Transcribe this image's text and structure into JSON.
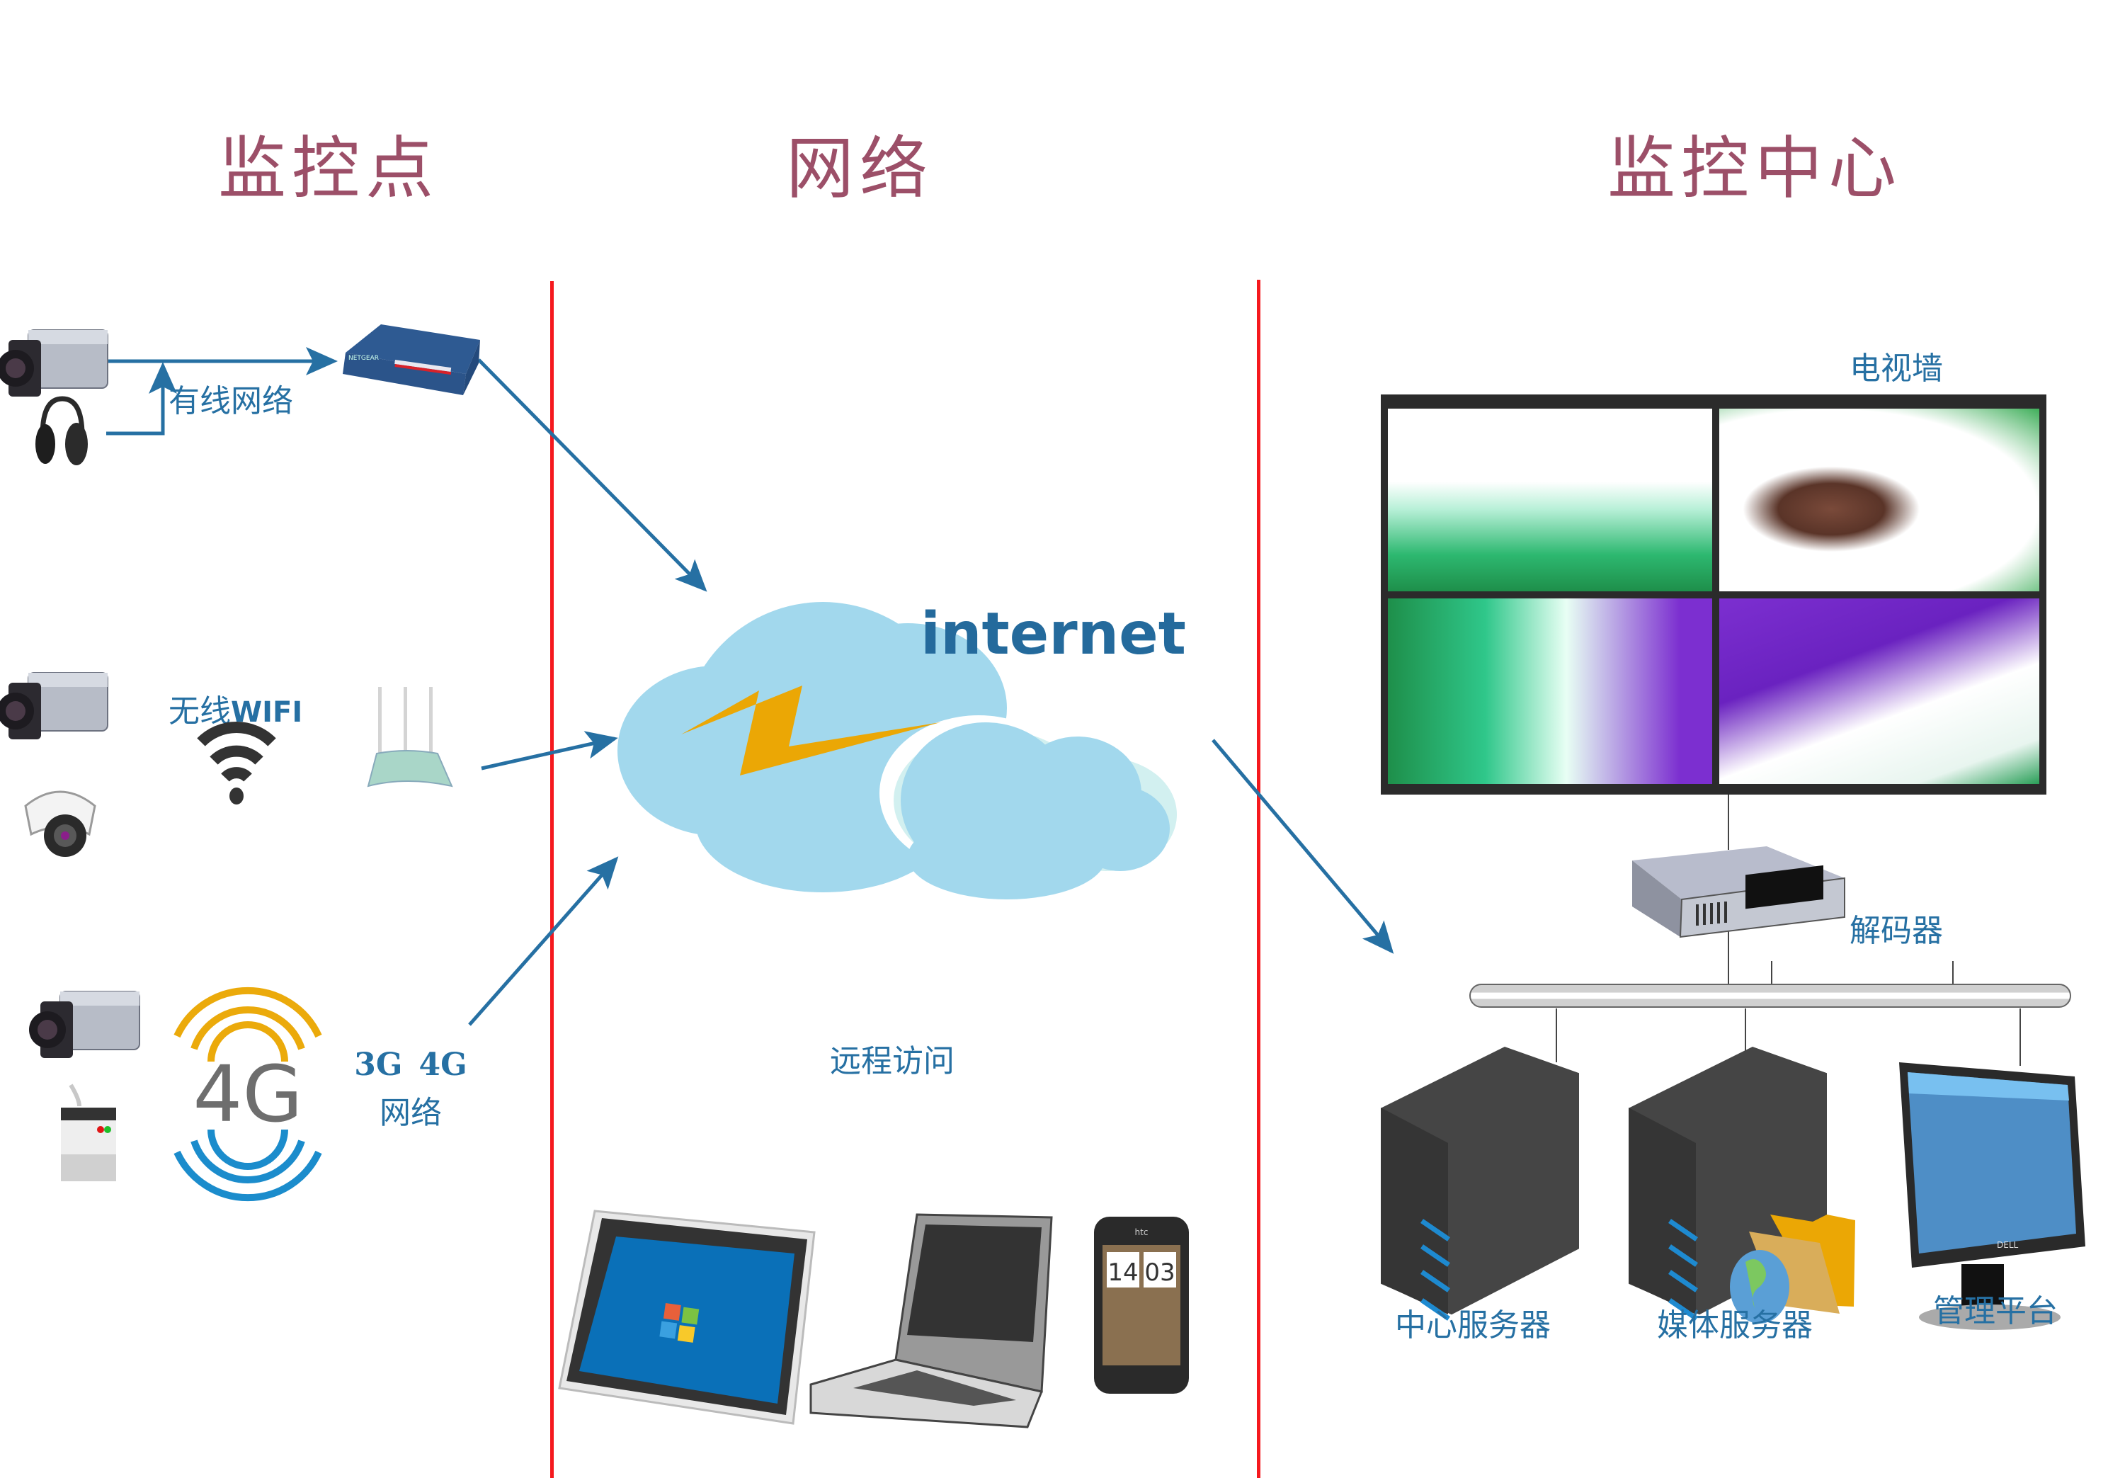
{
  "sections": {
    "monitoring_points": "监控点",
    "network": "网络",
    "monitoring_center": "监控中心"
  },
  "monitoring_points": {
    "wired": {
      "label": "有线网络",
      "devices": [
        "box-camera",
        "headset-microphone"
      ],
      "target": "netgear-router"
    },
    "wireless": {
      "label_cn": "无线",
      "label_en": "WIFI",
      "devices": [
        "box-camera",
        "dome-camera"
      ],
      "target": "wifi-router"
    },
    "mobile": {
      "label_line1_a": "3G",
      "label_line1_b": "4G",
      "label_line2": "网络",
      "logo_text": "4G",
      "devices": [
        "box-camera",
        "alarm-sensor"
      ]
    }
  },
  "network": {
    "cloud_label": "internet",
    "remote_access_label": "远程访问",
    "remote_devices": [
      "tablet",
      "laptop",
      "smartphone"
    ],
    "phone_clock": {
      "hours": "14",
      "minutes": "03"
    },
    "phone_brand": "htc"
  },
  "monitoring_center": {
    "tv_wall_label": "电视墙",
    "decoder_label": "解码器",
    "servers": [
      {
        "label": "中心服务器"
      },
      {
        "label": "媒体服务器"
      },
      {
        "label": "管理平台"
      }
    ],
    "monitor_brand": "DELL"
  },
  "colors": {
    "title": "#9c4f68",
    "label": "#2670a3",
    "divider": "#f5191e",
    "arrow": "#2670a3",
    "cloud": "#a2d8ed",
    "lightning": "#eba705"
  }
}
